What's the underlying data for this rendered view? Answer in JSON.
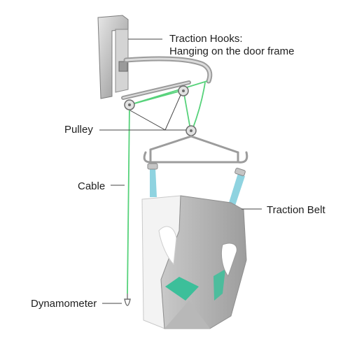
{
  "labels": {
    "traction_hooks_line1": "Traction Hooks:",
    "traction_hooks_line2": "Hanging on the door frame",
    "pulley": "Pulley",
    "cable": "Cable",
    "traction_belt": "Traction Belt",
    "dynamometer": "Dynamometer"
  },
  "colors": {
    "background": "#ffffff",
    "metal": "#c8c8c8",
    "metal_dark": "#8c8c8c",
    "cable": "#56d27a",
    "belt_white": "#f3f3f3",
    "belt_grey": "#a9a9a9",
    "strap_blue": "#8fd3e0",
    "leader_line": "#444444",
    "text": "#1e1e1e"
  }
}
